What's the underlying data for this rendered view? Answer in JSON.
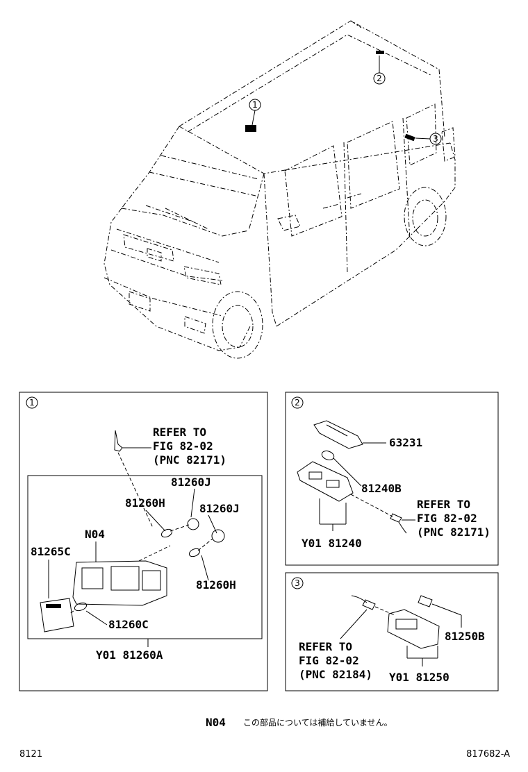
{
  "diagram": {
    "callouts": [
      "1",
      "2",
      "3"
    ],
    "panel1": {
      "number": "1",
      "refer": [
        "REFER TO",
        "FIG 82-02",
        "(PNC 82171)"
      ],
      "parts": [
        "81260J",
        "81260H",
        "81260J",
        "N04",
        "81265C",
        "81260H",
        "81260C"
      ],
      "assembly": "Y01 81260A"
    },
    "panel2": {
      "number": "2",
      "parts": [
        "63231",
        "81240B"
      ],
      "refer": [
        "REFER TO",
        "FIG 82-02",
        "(PNC 82171)"
      ],
      "assembly": "Y01 81240"
    },
    "panel3": {
      "number": "3",
      "refer": [
        "REFER TO",
        "FIG 82-02",
        "(PNC 82184)"
      ],
      "parts": [
        "81250B"
      ],
      "assembly": "Y01 81250"
    },
    "note": {
      "code": "N04",
      "text": "この部品については補給していません。"
    },
    "footer": {
      "left": "8121",
      "right": "817682-A"
    }
  }
}
